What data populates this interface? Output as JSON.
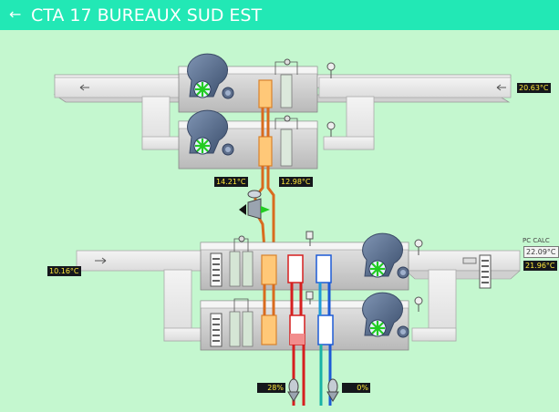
{
  "header": {
    "title": "CTA 17 BUREAUX SUD EST",
    "back_icon": "arrow-left-icon"
  },
  "colors": {
    "header_bg": "#22e8b5",
    "page_bg": "#c4f7cf",
    "duct": "#e9e9e9",
    "heat_coil": "#ffc878",
    "heat_pipe": "#d96b1e",
    "hot_water": "#d61f1f",
    "cold_water": "#1d5bd6",
    "fan_green": "#22cc22",
    "readout_bg": "#15171c",
    "readout_text": "#ffe93a"
  },
  "readouts": {
    "exhaust_temp": "20.63°C",
    "recovery_temp_1": "14.21°C",
    "recovery_temp_2": "12.98°C",
    "outdoor_temp": "10.16°C",
    "pc_calc_label": "PC CALC",
    "pc_calc_value": "22.09°C",
    "supply_temp": "21.96°C",
    "hot_valve_pct": "28%",
    "cold_valve_pct": "0%"
  }
}
